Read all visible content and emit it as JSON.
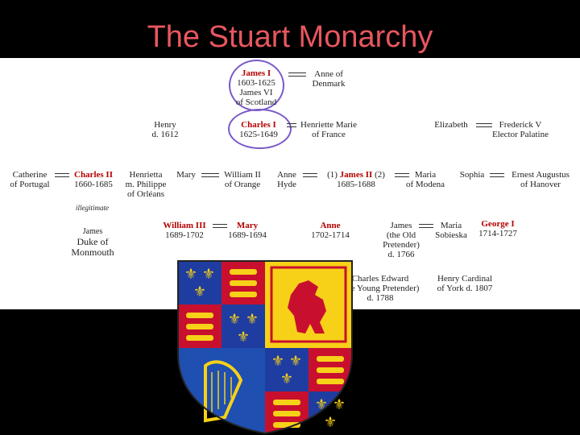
{
  "title": "The Stuart Monarchy",
  "people": {
    "james1": {
      "name": "James I",
      "l1": "1603-1625",
      "l2": "James VI",
      "l3": "of Scotland"
    },
    "anne_denmark": {
      "l1": "Anne of",
      "l2": "Denmark"
    },
    "henry": {
      "l1": "Henry",
      "l2": "d. 1612"
    },
    "charles1": {
      "name": "Charles I",
      "l1": "1625-1649"
    },
    "henriette": {
      "l1": "Henriette Marie",
      "l2": "of France"
    },
    "elizabeth": {
      "l1": "Elizabeth"
    },
    "frederick": {
      "l1": "Frederick V",
      "l2": "Elector Palatine"
    },
    "catherine": {
      "l1": "Catherine",
      "l2": "of Portugal"
    },
    "charles2": {
      "name": "Charles II",
      "l1": "1660-1685"
    },
    "henrietta": {
      "l1": "Henrietta",
      "l2": "m. Philippe",
      "l3": "of Orléans"
    },
    "mary_sister": {
      "l1": "Mary"
    },
    "william_orange": {
      "l1": "William II",
      "l2": "of Orange"
    },
    "anne_hyde": {
      "l1": "Anne",
      "l2": "Hyde"
    },
    "james2": {
      "pre": "(1)",
      "name": "James II",
      "post": "(2)",
      "l1": "1685-1688"
    },
    "maria_modena": {
      "l1": "Maria",
      "l2": "of Modena"
    },
    "sophia": {
      "l1": "Sophia"
    },
    "ernest": {
      "l1": "Ernest Augustus",
      "l2": "of Hanover"
    },
    "illegitimate": {
      "l1": "illegitimate"
    },
    "monmouth": {
      "l1": "James",
      "l2": "Duke of",
      "l3": "Monmouth"
    },
    "william3": {
      "name": "William III",
      "l1": "1689-1702"
    },
    "mary2": {
      "name": "Mary",
      "l1": "1689-1694"
    },
    "anne": {
      "name": "Anne",
      "l1": "1702-1714"
    },
    "james_old": {
      "l1": "James",
      "l2": "(the Old",
      "l3": "Pretender)",
      "l4": "d. 1766"
    },
    "maria_sobieska": {
      "l1": "Maria",
      "l2": "Sobieska"
    },
    "george1": {
      "name": "George I",
      "l1": "1714-1727"
    },
    "charles_edward": {
      "l1": "Charles Edward",
      "l2": "(the Young Pretender)",
      "l3": "d. 1788"
    },
    "henry_cardinal": {
      "l1": "Henry Cardinal",
      "l2": "of York d. 1807"
    }
  },
  "colors": {
    "title": "#e8575f",
    "monarch": "#b30000",
    "highlight": "#7a5ac8",
    "background": "#000000",
    "tree_background": "#ffffff"
  }
}
